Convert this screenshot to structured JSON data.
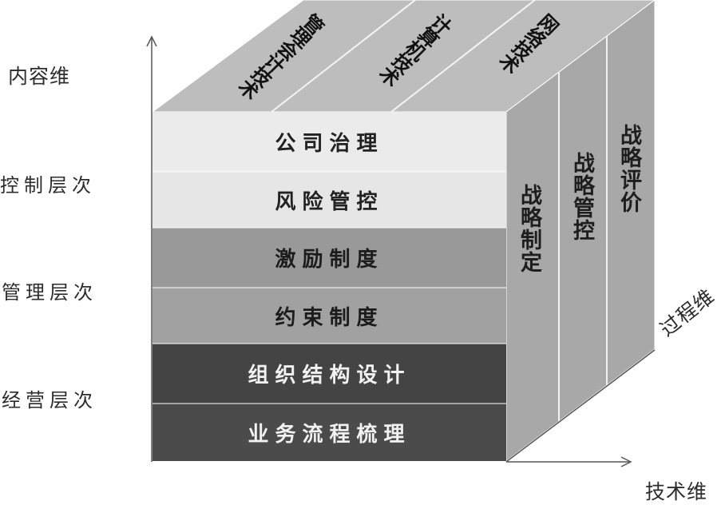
{
  "axes": {
    "content": "内容维",
    "technology": "技术维",
    "process": "过程维"
  },
  "levels": [
    "控制层次",
    "管理层次",
    "经营层次"
  ],
  "front_rows": [
    "公司治理",
    "风险管控",
    "激励制度",
    "约束制度",
    "组织结构设计",
    "业务流程梳理"
  ],
  "side_columns": [
    "战略制定",
    "战略管控",
    "战略评价"
  ],
  "top_labels": [
    "管理会计技术",
    "计算机技术",
    "网络技术"
  ],
  "colors": {
    "row_light": "#e9e9e9",
    "row_mid": "#9a9a9a",
    "row_dark": "#4a4a4a",
    "side": "#a8a8a8",
    "top": "#bdbdbd"
  }
}
